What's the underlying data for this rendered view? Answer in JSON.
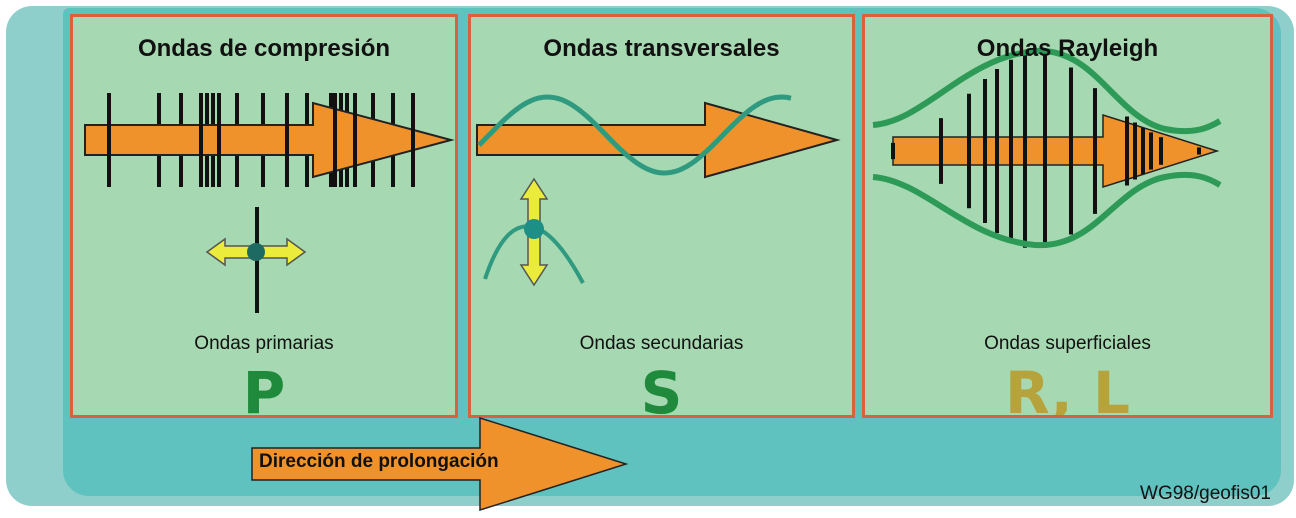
{
  "panels": [
    {
      "title": "Ondas de compresión",
      "subtitle": "Ondas primarias",
      "code": "P",
      "code_color": "#1f8a3b"
    },
    {
      "title": "Ondas transversales",
      "subtitle": "Ondas secundarias",
      "code": "S",
      "code_color": "#1f8a3b"
    },
    {
      "title": "Ondas Rayleigh",
      "subtitle": "Ondas superficiales",
      "code": "R, L",
      "code_color": "#b7a33b"
    }
  ],
  "direction_label": "Dirección de prolongación",
  "credit": "WG98/geofis01",
  "colors": {
    "arrow_fill": "#f0922c",
    "wave_stroke": "#2f9a80",
    "rayleigh_stroke": "#2d9a57",
    "particle_arrow": "#eaeb3a",
    "particle_dot": "#1d6a63",
    "panel_border": "#d9613d",
    "panel_fill": "#a6d8b2"
  }
}
